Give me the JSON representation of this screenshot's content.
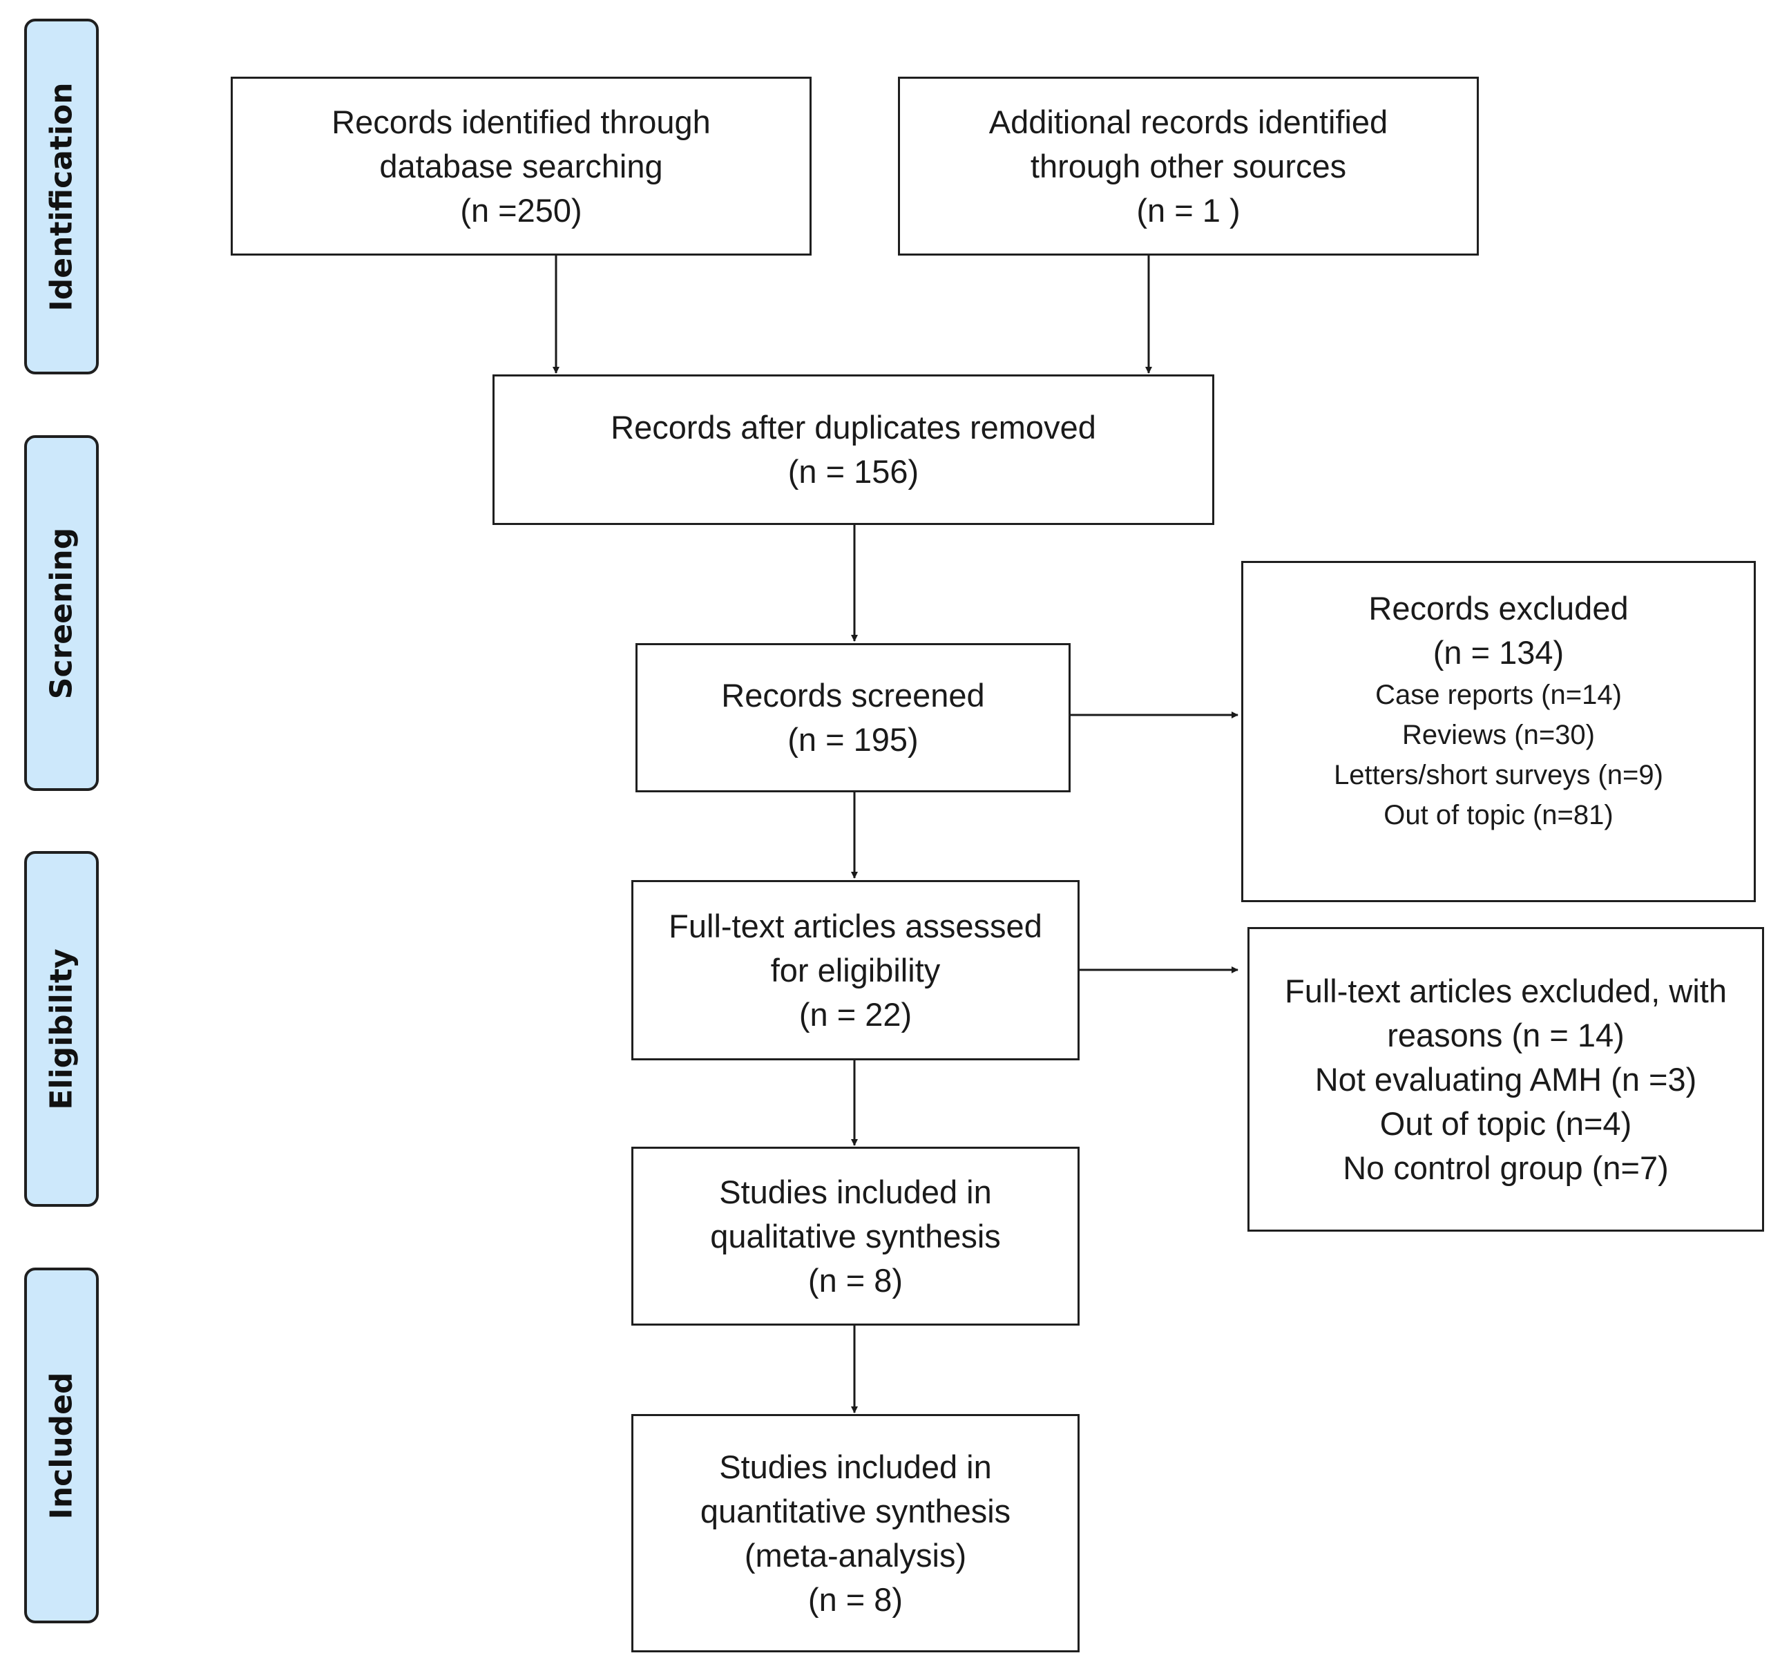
{
  "phases": {
    "identification": "Identification",
    "screening": "Screening",
    "eligibility": "Eligibility",
    "included": "Included"
  },
  "boxes": {
    "records_database": {
      "lines": [
        "Records identified through",
        "database searching",
        "(n =250)"
      ]
    },
    "records_other": {
      "lines": [
        "Additional records identified",
        "through other sources",
        "(n = 1 )"
      ]
    },
    "after_duplicates": {
      "lines": [
        "Records after duplicates removed",
        "(n = 156)"
      ]
    },
    "screened": {
      "lines": [
        "Records screened",
        "(n = 195)"
      ]
    },
    "excluded": {
      "title": "Records excluded",
      "count": "(n = 134)",
      "reasons": [
        "Case reports (n=14)",
        "Reviews (n=30)",
        "Letters/short surveys (n=9)",
        "Out of topic (n=81)"
      ]
    },
    "full_text_assessed": {
      "lines": [
        "Full-text articles assessed",
        "for eligibility",
        "(n = 22)"
      ]
    },
    "full_text_excluded": {
      "lines": [
        "Full-text articles excluded, with",
        "reasons (n = 14)",
        "Not evaluating AMH (n =3)",
        "Out of topic (n=4)",
        "No control group (n=7)"
      ]
    },
    "qualitative": {
      "lines": [
        "Studies included in",
        "qualitative synthesis",
        "(n = 8)"
      ]
    },
    "quantitative": {
      "lines": [
        "Studies included in",
        "quantitative synthesis",
        "(meta-analysis)",
        "(n = 8)"
      ]
    }
  }
}
